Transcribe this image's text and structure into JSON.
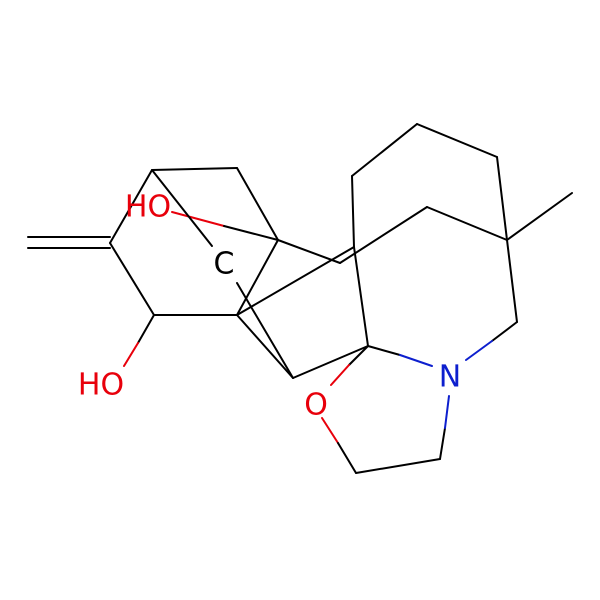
{
  "structure": {
    "colors": {
      "bond": "#000000",
      "oxygen": "#e8000b",
      "nitrogen": "#0d1fce",
      "carbon": "#000000",
      "background": "#ffffff"
    },
    "atom_labels": {
      "ho_upper": "HO",
      "c_center": "C",
      "ho_lower": "HO",
      "o_ring": "O",
      "n_ring": "N"
    }
  }
}
